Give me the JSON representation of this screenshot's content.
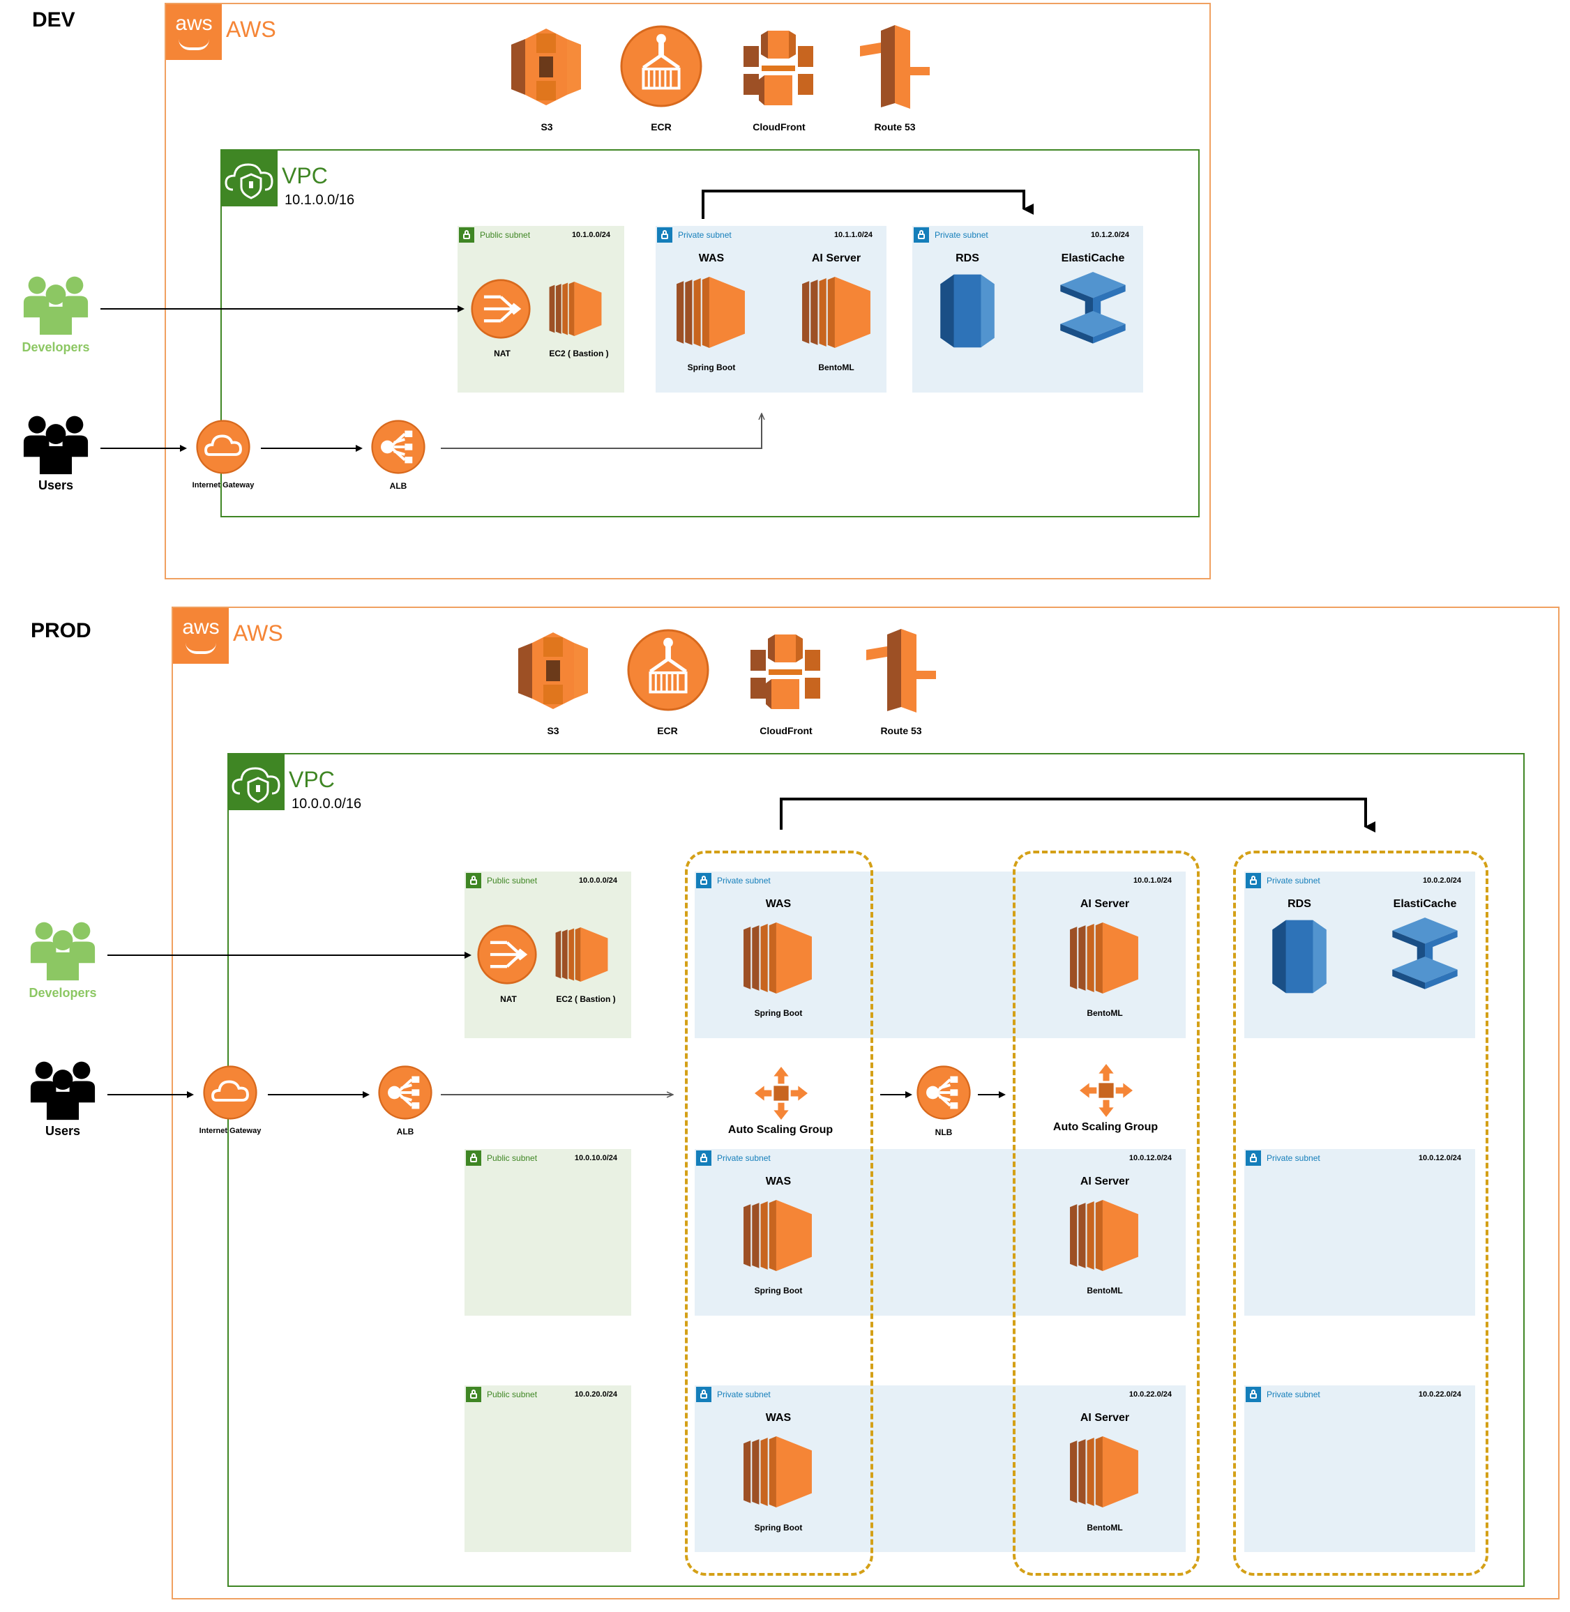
{
  "dev": {
    "env_label": "DEV",
    "aws_title": "AWS",
    "aws_logo_text": "aws",
    "services": [
      "S3",
      "ECR",
      "CloudFront",
      "Route 53"
    ],
    "vpc": {
      "title": "VPC",
      "cidr": "10.1.0.0/16"
    },
    "public_subnet": {
      "name": "Public subnet",
      "cidr": "10.1.0.0/24",
      "nat_label": "NAT",
      "ec2_label": "EC2 ( Bastion )"
    },
    "private_subnet_app": {
      "name": "Private subnet",
      "cidr": "10.1.1.0/24",
      "was_title": "WAS",
      "was_sub": "Spring Boot",
      "ai_title": "AI Server",
      "ai_sub": "BentoML"
    },
    "private_subnet_data": {
      "name": "Private subnet",
      "cidr": "10.1.2.0/24",
      "rds_title": "RDS",
      "cache_title": "ElastiCache"
    },
    "developers_label": "Developers",
    "users_label": "Users",
    "igw_label": "Internet Gateway",
    "alb_label": "ALB"
  },
  "prod": {
    "env_label": "PROD",
    "aws_title": "AWS",
    "aws_logo_text": "aws",
    "services": [
      "S3",
      "ECR",
      "CloudFront",
      "Route 53"
    ],
    "vpc": {
      "title": "VPC",
      "cidr": "10.0.0.0/16"
    },
    "developers_label": "Developers",
    "users_label": "Users",
    "igw_label": "Internet Gateway",
    "alb_label": "ALB",
    "nlb_label": "NLB",
    "asg_label": "Auto Scaling Group",
    "public_subnets": [
      {
        "name": "Public subnet",
        "cidr": "10.0.0.0/24",
        "nat_label": "NAT",
        "ec2_label": "EC2 ( Bastion )"
      },
      {
        "name": "Public subnet",
        "cidr": "10.0.10.0/24"
      },
      {
        "name": "Public subnet",
        "cidr": "10.0.20.0/24"
      }
    ],
    "app_subnets": [
      {
        "name": "Private subnet",
        "cidr": "10.0.1.0/24",
        "was_title": "WAS",
        "was_sub": "Spring Boot",
        "ai_title": "AI Server",
        "ai_sub": "BentoML"
      },
      {
        "name": "Private subnet",
        "cidr": "10.0.12.0/24",
        "was_title": "WAS",
        "was_sub": "Spring Boot",
        "ai_title": "AI Server",
        "ai_sub": "BentoML"
      },
      {
        "name": "Private subnet",
        "cidr": "10.0.22.0/24",
        "was_title": "WAS",
        "was_sub": "Spring Boot",
        "ai_title": "AI Server",
        "ai_sub": "BentoML"
      }
    ],
    "data_subnets": [
      {
        "name": "Private subnet",
        "cidr": "10.0.2.0/24",
        "rds_title": "RDS",
        "cache_title": "ElastiCache"
      },
      {
        "name": "Private subnet",
        "cidr": "10.0.12.0/24"
      },
      {
        "name": "Private subnet",
        "cidr": "10.0.22.0/24"
      }
    ]
  },
  "colors": {
    "aws_orange": "#f58536",
    "vpc_green": "#3f8624",
    "public_green": "#e9f1e3",
    "private_blue": "#e6f0f7",
    "asg_dashed": "#d4a017",
    "db_blue": "#2e73b8"
  },
  "icons": [
    "s3-icon",
    "ecr-icon",
    "cloudfront-icon",
    "route53-icon",
    "nat-gateway-icon",
    "ec2-icon",
    "rds-icon",
    "elasticache-icon",
    "internet-gateway-icon",
    "alb-icon",
    "nlb-icon",
    "auto-scaling-icon",
    "developers-icon",
    "users-icon"
  ]
}
